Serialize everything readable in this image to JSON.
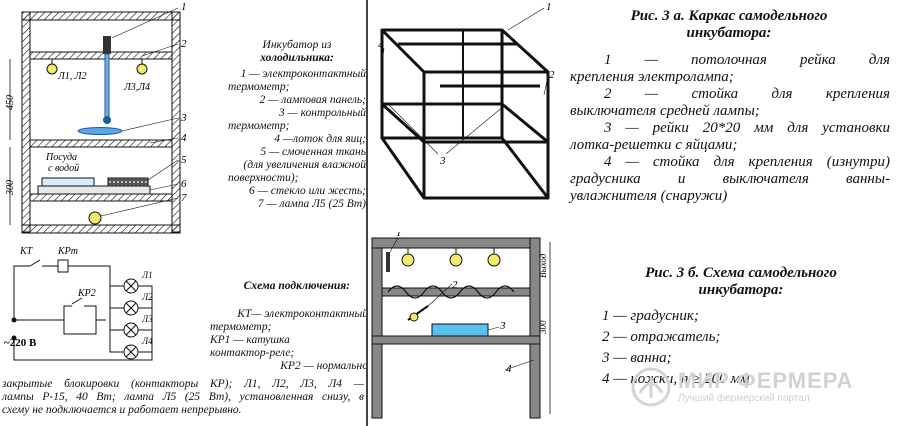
{
  "left_figure": {
    "labels": [
      "1",
      "2",
      "3",
      "4",
      "5",
      "6",
      "7"
    ],
    "lamp_left": "Л1, Л2",
    "lamp_right": "Л3,Л4",
    "dim_top": "450",
    "dim_bottom": "300",
    "tray_note_line1": "Посуда",
    "tray_note_line2": "с водой"
  },
  "left_legend": {
    "title_line1": "Инкубатор из",
    "title_line2": "холодильника:",
    "items": [
      "1 — электроконтактный",
      "термометр;",
      "2 — ламповая панель;",
      "3 — контрольный",
      "термометр;",
      "4 —лоток для яиц;",
      "5 — смоченная ткань",
      "(для увеличения влажной",
      "поверхности);",
      "6 — стекло или жесть;",
      "7 — лампа Л5 (25 Вт)"
    ]
  },
  "circuit": {
    "label_kt": "КТ",
    "label_krt": "КРт",
    "label_kr2": "КР2",
    "lamp_labels": [
      "Л1",
      "Л2",
      "Л3",
      "Л4"
    ],
    "voltage": "~220 В"
  },
  "connection": {
    "title": "Схема подключения:",
    "lines_right": [
      "КТ— электроконтактный",
      "термометр;",
      "КР1 — катушка",
      "контактор-реле;",
      "КР2 — нормально"
    ],
    "lines_full": [
      "закрытые блокировки (контакторы КР); Л1, Л2, Л3, Л4 —",
      "лампы Р-15, 40 Вт; лампа Л5 (25 Вт), установленная снизу, в",
      "схему не подключается и работает непрерывно."
    ]
  },
  "frame_figure": {
    "labels": [
      "1",
      "2",
      "3",
      "4"
    ]
  },
  "fig3a": {
    "title_line1": "Рис. 3 а. Каркас самодельного",
    "title_line2": "инкубатора:",
    "lines": [
      "1 — потолочная рейка для",
      "крепления электролампа;",
      "2 — стойка для крепления",
      "выключателя средней лампы;",
      "3 — рейки 20*20 мм для установки",
      "лотка-решетки с яйцами;",
      "4 — стойка для крепления (изнутри)",
      "градусника и выключателя ванны-",
      "увлажнителя (снаружи)"
    ]
  },
  "scheme_figure": {
    "labels": [
      "1",
      "2",
      "3",
      "4"
    ],
    "dim_label": "300",
    "side_label": "Выход"
  },
  "fig3b": {
    "title_line1": "Рис. 3 б. Схема самодельного",
    "title_line2": "инкубатора:",
    "items": [
      "1 — градусник;",
      "2 — отражатель;",
      "3 — ванна;",
      "4 — ножки, h ≥ 200 мм"
    ]
  },
  "watermark": {
    "name": "МИР ФЕРМЕРА",
    "tagline": "Лучший фермерский портал"
  }
}
